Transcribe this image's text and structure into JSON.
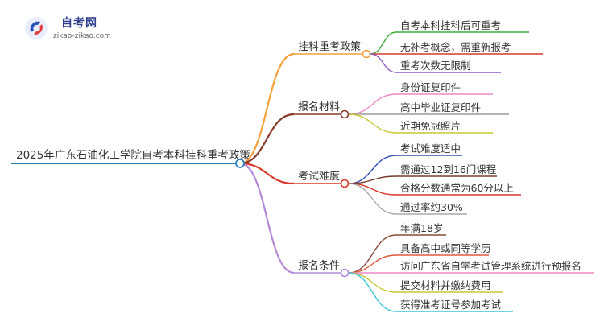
{
  "logo": {
    "title": "自考网",
    "url": "zikao-zikao.com"
  },
  "root": {
    "label": "2025年广东石油化工学院自考本科挂科重考政策",
    "color": "#2a7fb8"
  },
  "branches": [
    {
      "label": "挂科重考政策",
      "color": "#f5a03a",
      "children": [
        {
          "label": "自考本科挂科后可重考",
          "color": "#3aaa3a"
        },
        {
          "label": "无补考概念，需重新报考",
          "color": "#d93a2b"
        },
        {
          "label": "重考次数无限制",
          "color": "#8e5bbf"
        }
      ]
    },
    {
      "label": "报名材料",
      "color": "#8a3a2a",
      "children": [
        {
          "label": "身份证复印件",
          "color": "#ee88c8"
        },
        {
          "label": "高中毕业证复印件",
          "color": "#9a9a9a"
        },
        {
          "label": "近期免冠照片",
          "color": "#c8c832"
        }
      ]
    },
    {
      "label": "考试难度",
      "color": "#d93a2b",
      "children": [
        {
          "label": "考试难度适中",
          "color": "#3a4fb5"
        },
        {
          "label": "需通过12到16门课程",
          "color": "#7a3a2a"
        },
        {
          "label": "合格分数通常为60分以上",
          "color": "#d93a2b"
        },
        {
          "label": "通过率约30%",
          "color": "#aaaaaa"
        }
      ]
    },
    {
      "label": "报名条件",
      "color": "#b48ad8",
      "children": [
        {
          "label": "年满18岁",
          "color": "#8a4a3a"
        },
        {
          "label": "具备高中或同等学历",
          "color": "#e25a3a"
        },
        {
          "label": "访问广东省自学考试管理系统进行预报名",
          "color": "#ee88c8"
        },
        {
          "label": "提交材料并缴纳费用",
          "color": "#c8c832"
        },
        {
          "label": "获得准考证号参加考试",
          "color": "#3ac8d8"
        }
      ]
    }
  ]
}
